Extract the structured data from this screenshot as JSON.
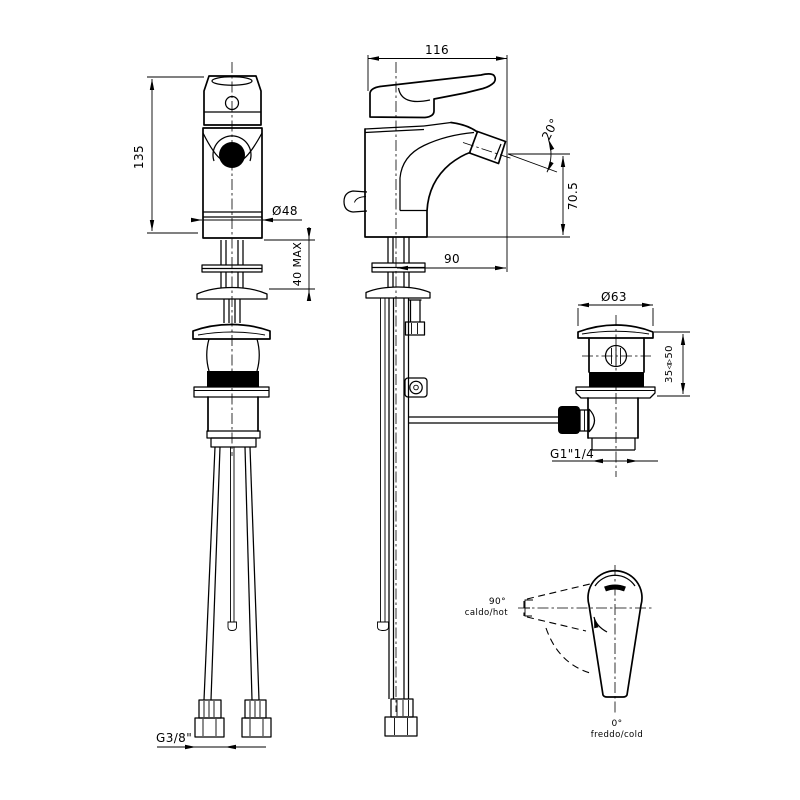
{
  "page": {
    "background": "#ffffff",
    "ink": "#000000",
    "kind": "faucet technical drawing"
  },
  "views": {
    "front": {
      "dim_height": "135",
      "dim_diameter": "Ø48",
      "dim_deck_max": "40 MAX",
      "dim_supply_thread": "G3/8\""
    },
    "side": {
      "dim_depth": "116",
      "dim_spout_angle": "20°",
      "dim_spout_height": "70.5",
      "dim_reach": "90"
    },
    "drain": {
      "dim_flange_diameter": "Ø63",
      "dim_panel_range": "35◃▹50",
      "dim_thread": "G1\"1/4"
    },
    "handle": {
      "hot_angle": "90°",
      "hot_label": "caldo/hot",
      "cold_angle": "0°",
      "cold_label": "freddo/cold"
    }
  }
}
